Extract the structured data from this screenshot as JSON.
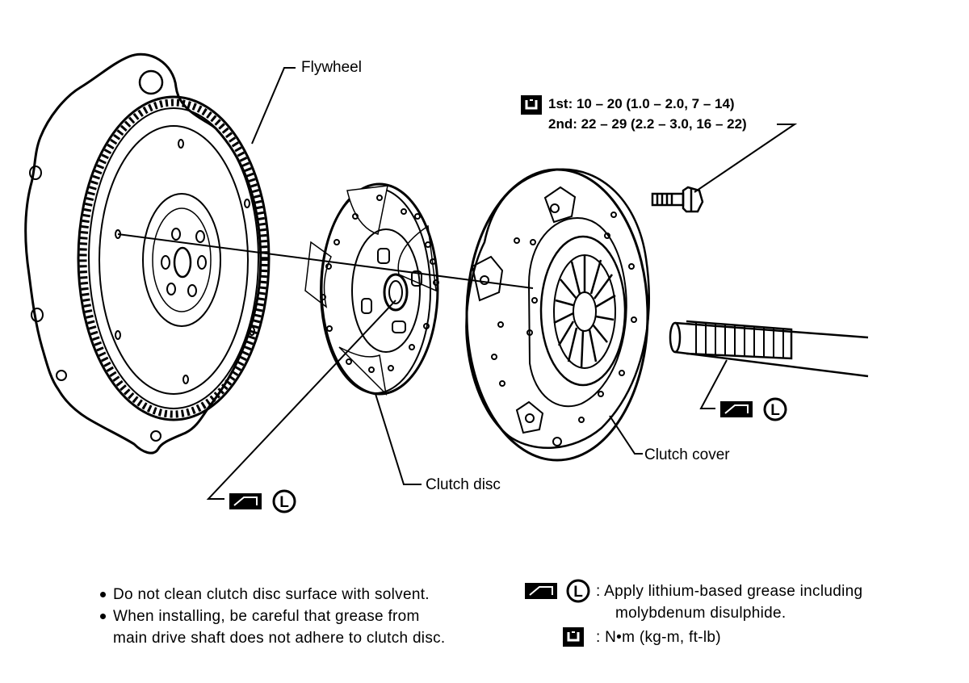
{
  "labels": {
    "flywheel": "Flywheel",
    "clutch_disc": "Clutch disc",
    "clutch_cover": "Clutch cover"
  },
  "torque_spec": {
    "first": "1st: 10 – 20 (1.0 – 2.0, 7 – 14)",
    "second": "2nd: 22 – 29 (2.2 – 3.0, 16 – 22)"
  },
  "notes": [
    "Do not clean clutch disc surface with solvent.",
    "When installing, be careful that grease from",
    "main drive shaft does not adhere to clutch disc."
  ],
  "legend": {
    "grease_line1": ": Apply lithium-based grease including",
    "grease_line2": "molybdenum disulphide.",
    "torque_units": ": N•m (kg-m, ft-lb)",
    "grease_letter": "L"
  },
  "icons": {
    "grease": "grease-icon",
    "lithium": "lithium-L-icon",
    "torque": "torque-wrench-icon"
  }
}
